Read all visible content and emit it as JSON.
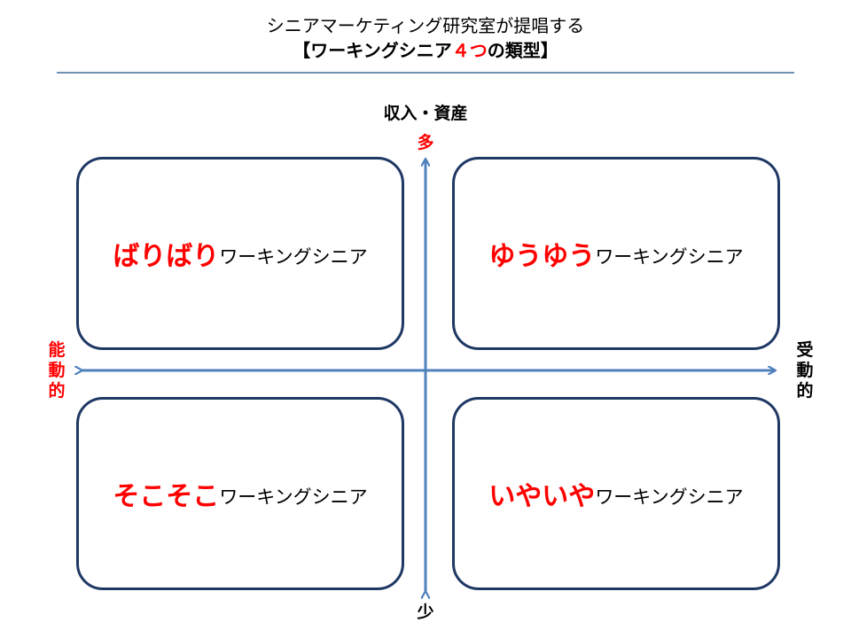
{
  "title": {
    "line1": "シニアマーケティング研究室が提唱する",
    "line2_prefix": "【ワーキングシニア",
    "line2_highlight": "４つ",
    "line2_suffix": "の類型】"
  },
  "axes": {
    "y_heading": "収入・資産",
    "y_top": "多",
    "y_bottom": "少",
    "x_left": [
      "能",
      "動",
      "的"
    ],
    "x_right": [
      "受",
      "動",
      "的"
    ]
  },
  "quadrants": {
    "top_left": {
      "type": "ばりばり",
      "suffix": "ワーキングシニア"
    },
    "top_right": {
      "type": "ゆうゆう",
      "suffix": "ワーキングシニア"
    },
    "bottom_left": {
      "type": "そこそこ",
      "suffix": "ワーキングシニア"
    },
    "bottom_right": {
      "type": "いやいや",
      "suffix": "ワーキングシニア"
    }
  },
  "colors": {
    "accent": "#ff0000",
    "axis": "#4f81bd",
    "box_border": "#1f3864"
  }
}
